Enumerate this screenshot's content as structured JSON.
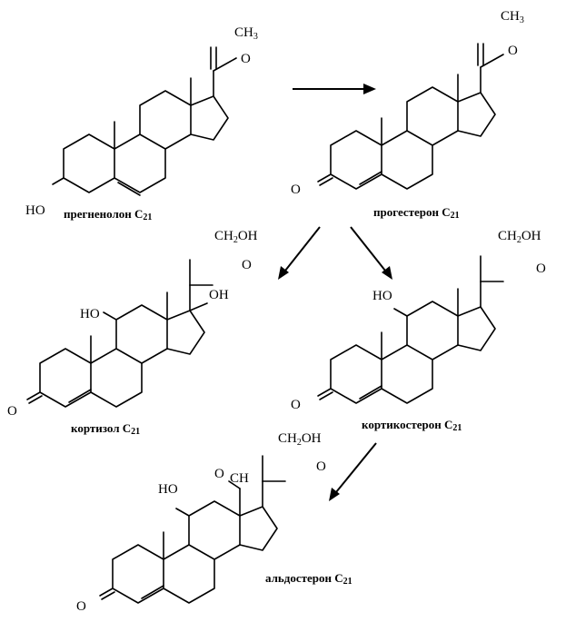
{
  "compounds": {
    "pregnenolone": {
      "name": "прегненолон",
      "carbon": "C",
      "count": "21"
    },
    "progesterone": {
      "name": "прогестерон",
      "carbon": "C",
      "count": "21"
    },
    "cortisol": {
      "name": "кортизол",
      "carbon": "C",
      "count": "21"
    },
    "corticosterone": {
      "name": "кортикостерон",
      "carbon": "C",
      "count": "21"
    },
    "aldosterone": {
      "name": "альдостерон",
      "carbon": "C",
      "count": "21"
    }
  },
  "atoms": {
    "ch3_c": "CH",
    "ch3_n": "3",
    "oxygen": "O",
    "ho": "HO",
    "oh": "OH",
    "ch2oh_a": "CH",
    "ch2oh_b": "2",
    "ch2oh_c": "OH",
    "aldehyde_ch": "CH"
  }
}
